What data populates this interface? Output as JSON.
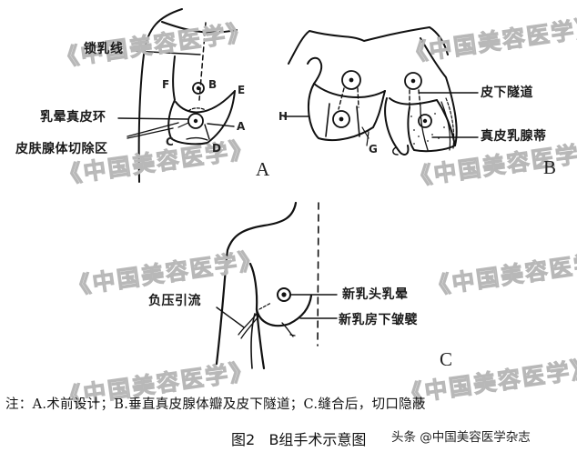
{
  "figure": {
    "number_title": "图2",
    "caption": "B组手术示意图",
    "note": "注：A.术前设计；B.垂直真皮腺体瓣及皮下隧道；C.缝合后，切口隐蔽",
    "credit": "头条 @中国美容医学杂志",
    "watermark_text": "《中国美容医学》"
  },
  "panels": {
    "A": {
      "label": "A",
      "annotations": [
        "锁乳线",
        "乳晕真皮环",
        "皮肤腺体切除区"
      ],
      "point_labels": [
        "A",
        "B",
        "C",
        "D",
        "E",
        "F"
      ]
    },
    "B": {
      "label": "B",
      "annotations": [
        "皮下隧道",
        "真皮乳腺蒂"
      ],
      "point_labels": [
        "H",
        "G"
      ]
    },
    "C": {
      "label": "C",
      "annotations": [
        "负压引流",
        "新乳头乳晕",
        "新乳房下皱襞"
      ]
    }
  }
}
